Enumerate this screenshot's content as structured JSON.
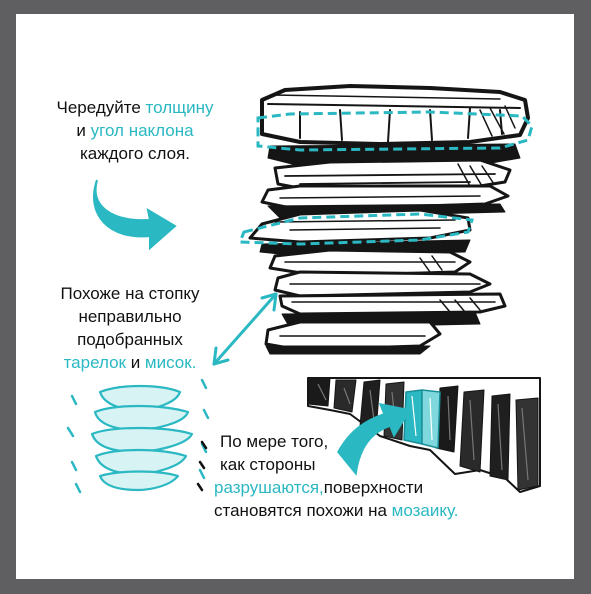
{
  "colors": {
    "accent": "#2ab8c2",
    "frame": "#5f5e60",
    "panel": "#ffffff",
    "text": "#111111",
    "ink": "#151515"
  },
  "block1": {
    "line1_a": "Чередуйте ",
    "line1_hl": "толщину",
    "line2_a": "и ",
    "line2_hl": "угол наклона",
    "line3": "каждого слоя."
  },
  "block2": {
    "line1": "Похоже на стопку",
    "line2": "неправильно",
    "line3": "подобранных",
    "line4_hl1": "тарелок",
    "line4_mid": " и ",
    "line4_hl2": "мисок."
  },
  "block3": {
    "line1": "По мере того,",
    "line2": "как стороны",
    "line3_hl": "разрушаются,",
    "line3_b": "поверхности",
    "line4_a": "становятся похожи на ",
    "line4_hl": "мозаику."
  },
  "icons": {
    "arrow_curved": "curved-arrow-icon",
    "arrow_double": "double-arrow-icon",
    "arrow_short": "short-arrow-icon"
  }
}
